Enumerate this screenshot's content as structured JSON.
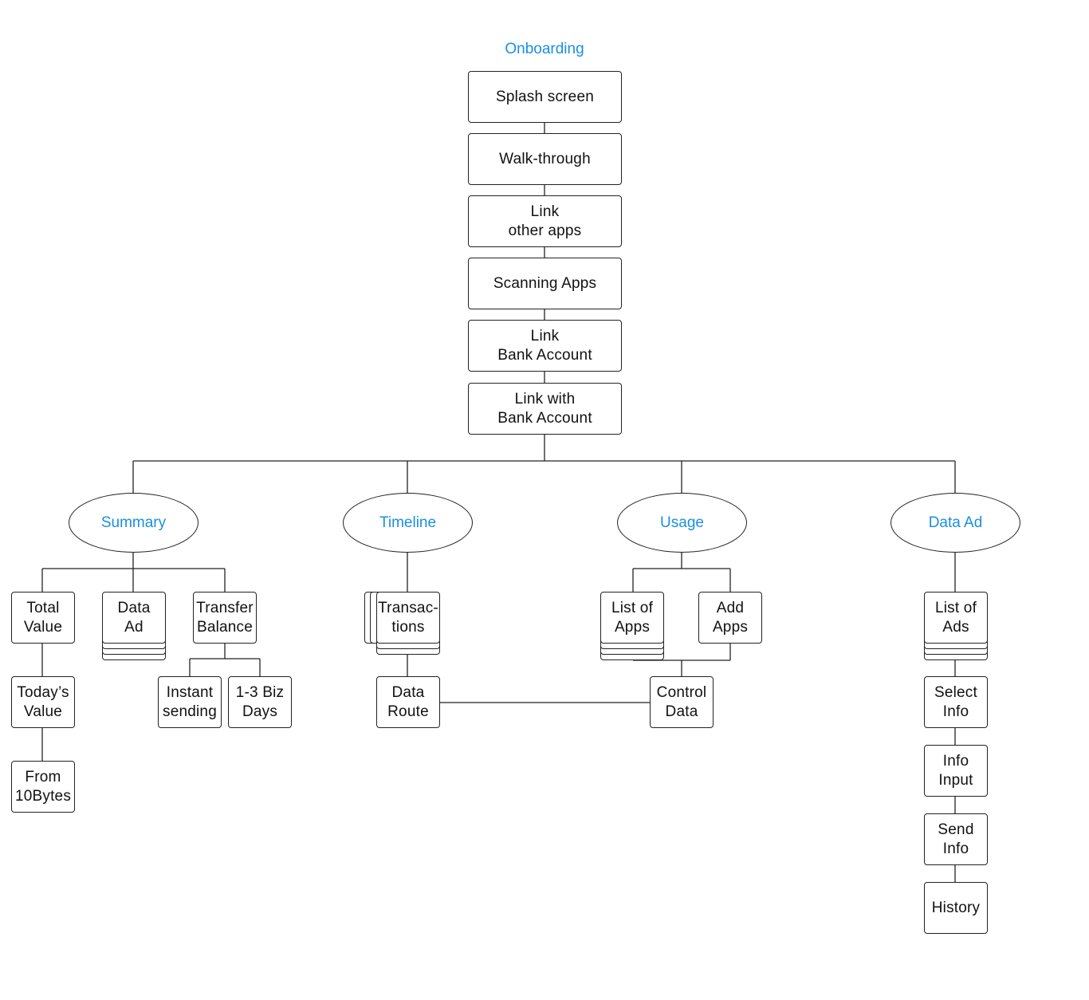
{
  "accent_color": "#1a8fe3",
  "onboarding": {
    "title": "Onboarding",
    "steps": [
      "Splash screen",
      "Walk-through",
      "Link\nother apps",
      "Scanning Apps",
      "Link\nBank Account",
      "Link with\nBank Account"
    ]
  },
  "sections": {
    "summary": {
      "label": "Summary",
      "total_value": "Total\nValue",
      "data_ad": "Data\nAd",
      "transfer_balance": "Transfer\nBalance",
      "todays_value": "Today’s\nValue",
      "from_10bytes": "From\n10Bytes",
      "instant_sending": "Instant\nsending",
      "biz_days": "1-3 Biz\nDays"
    },
    "timeline": {
      "label": "Timeline",
      "transactions": "Transac-\ntions",
      "data_route": "Data\nRoute"
    },
    "usage": {
      "label": "Usage",
      "list_of_apps": "List of\nApps",
      "add_apps": "Add\nApps",
      "control_data": "Control\nData"
    },
    "data_ad": {
      "label": "Data Ad",
      "list_of_ads": "List of\nAds",
      "select_info": "Select\nInfo",
      "info_input": "Info\nInput",
      "send_info": "Send\nInfo",
      "history": "History"
    }
  }
}
